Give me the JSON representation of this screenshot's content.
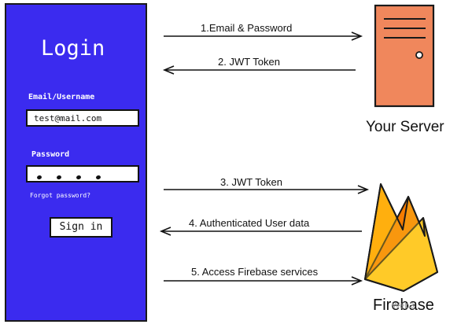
{
  "login": {
    "title": "Login",
    "email_label": "Email/Username",
    "email_value": "test@mail.com",
    "password_label": "Password",
    "forgot_password": "Forgot password?",
    "sign_in": "Sign in"
  },
  "steps": {
    "step1": "1.Email & Password",
    "step2": "2. JWT Token",
    "step3": "3. JWT Token",
    "step4": "4. Authenticated User data",
    "step5": "5. Access Firebase services"
  },
  "server": {
    "caption": "Your Server",
    "icon": "server-tower-icon",
    "color": "#f0875c"
  },
  "firebase": {
    "caption": "Firebase",
    "icon": "firebase-flame-icon",
    "color": "#ffca28"
  },
  "watermark": "Web3",
  "colors": {
    "login_panel": "#3b2bef",
    "outline": "#1a1a1a"
  }
}
